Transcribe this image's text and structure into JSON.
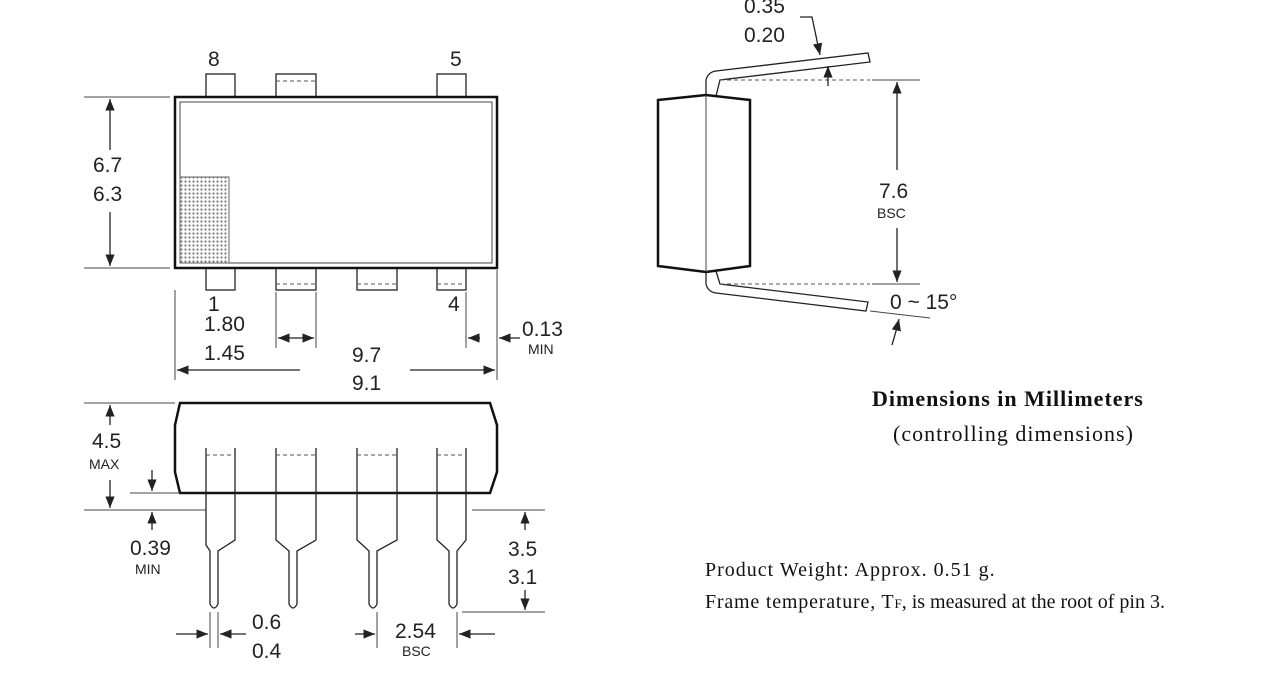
{
  "pins": {
    "pin8": "8",
    "pin5": "5",
    "pin1": "1",
    "pin4": "4"
  },
  "dims": {
    "body_width_max": "6.7",
    "body_width_min": "6.3",
    "pin_pitch_max": "1.80",
    "pin_pitch_min": "1.45",
    "length_max": "9.7",
    "length_min": "9.1",
    "standoff_val": "0.13",
    "standoff_tag": "MIN",
    "height_val": "4.5",
    "height_tag": "MAX",
    "seat_val": "0.39",
    "seat_tag": "MIN",
    "lead_len_max": "3.5",
    "lead_len_min": "3.1",
    "lead_w_max": "0.6",
    "lead_w_min": "0.4",
    "pitch_val": "2.54",
    "pitch_tag": "BSC",
    "thick_max": "0.35",
    "thick_min": "0.20",
    "row_space_val": "7.6",
    "row_space_tag": "BSC",
    "angle": "0 ~ 15°"
  },
  "notes": {
    "title": "Dimensions in Millimeters",
    "subtitle": "(controlling dimensions)",
    "weight": "Product Weight: Approx. 0.51 g.",
    "frame_prefix": "Frame temperature, T",
    "frame_sub": "F",
    "frame_suffix": ", is measured at the root of pin 3."
  }
}
